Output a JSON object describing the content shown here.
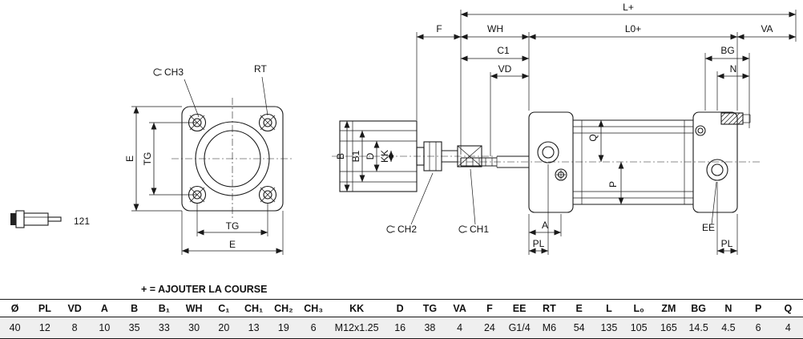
{
  "drawing": {
    "ref_number": "121",
    "front_view": {
      "ch3": "CH3",
      "rt": "RT",
      "e_left": "E",
      "tg_left": "TG",
      "tg_bottom": "TG",
      "e_bottom": "E"
    },
    "section_view": {
      "b": "B",
      "b1": "B1",
      "d": "D",
      "kk": "KK",
      "ch2": "CH2",
      "ch1": "CH1"
    },
    "assembly_view": {
      "l_plus": "L+",
      "f": "F",
      "wh": "WH",
      "l0_plus": "L0+",
      "va": "VA",
      "c1": "C1",
      "bg": "BG",
      "vd": "VD",
      "n": "N",
      "q": "Q",
      "p": "P",
      "a": "A",
      "ee": "EE",
      "pl_left": "PL",
      "pl_right": "PL"
    }
  },
  "note": "+ = AJOUTER LA COURSE",
  "table": {
    "headers": [
      "Ø",
      "PL",
      "VD",
      "A",
      "B",
      "B₁",
      "WH",
      "C₁",
      "CH₁",
      "CH₂",
      "CH₃",
      "KK",
      "D",
      "TG",
      "VA",
      "F",
      "EE",
      "RT",
      "E",
      "L",
      "L₀",
      "ZM",
      "BG",
      "N",
      "P",
      "Q"
    ],
    "values": [
      "40",
      "12",
      "8",
      "10",
      "35",
      "33",
      "30",
      "20",
      "13",
      "19",
      "6",
      "M12x1.25",
      "16",
      "38",
      "4",
      "24",
      "G1/4",
      "M6",
      "54",
      "135",
      "105",
      "165",
      "14.5",
      "4.5",
      "6",
      "4"
    ]
  }
}
